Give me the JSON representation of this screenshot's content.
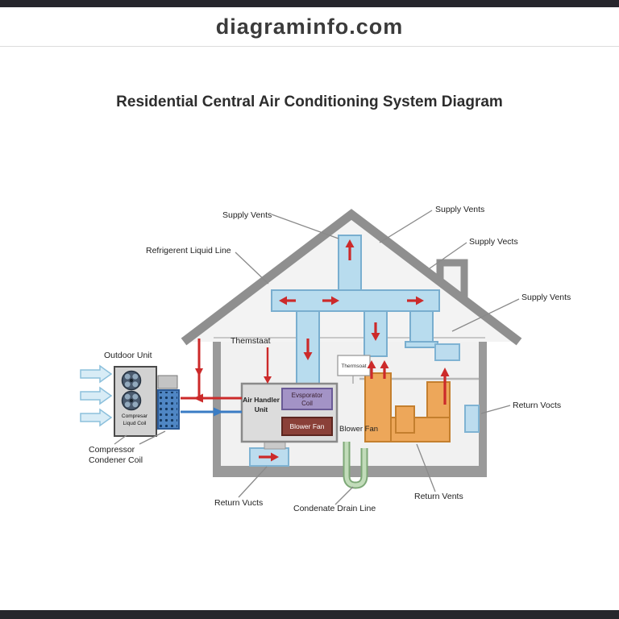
{
  "header": {
    "site_name": "diagraminfo.com"
  },
  "title": "Residential Central Air Conditioning System Diagram",
  "labels": {
    "supply_vents_top_left": "Supply Vents",
    "supply_vents_top_right": "Supply Vents",
    "supply_vects_right": "Supply Vects",
    "supply_vents_far_right": "Supply Vents",
    "refrigerant_liquid_line": "Refrigerent Liquid Line",
    "thermostat": "Themstaat",
    "thermostat_box": "Thermsoat",
    "outdoor_unit": "Outdoor Unit",
    "blower_fan_outside": "Blower Fan",
    "return_vucts": "Return Vucts",
    "condensate_drain_line": "Condenate Drain Line",
    "return_vents": "Return Vents",
    "return_vocts": "Return Vocts"
  },
  "components": {
    "air_handler": [
      "Air Handler",
      "Unit"
    ],
    "evaporator_coil": [
      "Evsporator",
      "Coil"
    ],
    "blower_fan": "Blower Fan",
    "compressor_unit": [
      "Compresar",
      "Liqud Coil"
    ],
    "compressor_caption": [
      "Compressor",
      "Condener Coil"
    ]
  },
  "colors": {
    "bar_dark": "#26262c",
    "duct_blue": "#b8dcee",
    "duct_blue_stroke": "#79aecf",
    "return_orange": "#eda75a",
    "return_orange_stroke": "#c47f2e",
    "refrigerant_red": "#cc2a2a",
    "refrigerant_blue": "#3a7cc4",
    "drain_green": "#c2dcba",
    "evaporator_purple": "#a393c6",
    "blower_maroon": "#8a4038",
    "house_gray": "#9a9a9a"
  }
}
